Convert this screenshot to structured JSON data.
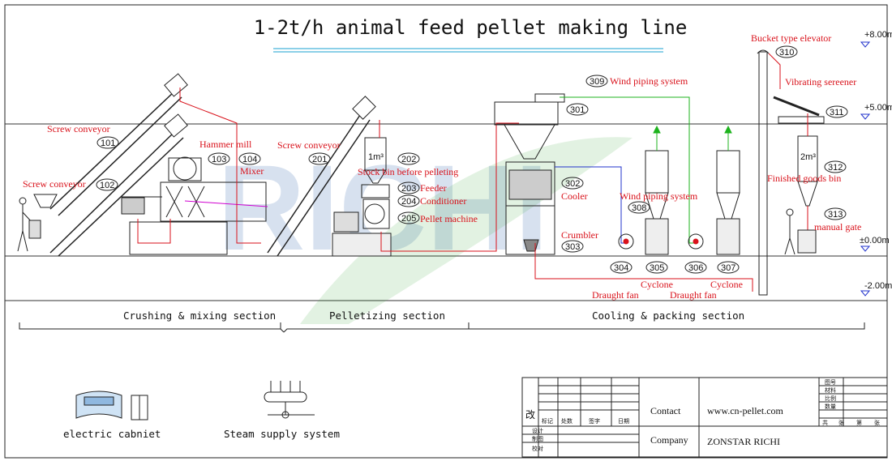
{
  "title": "1-2t/h animal feed pellet making line",
  "watermark": "RICHI",
  "colors": {
    "label": "#d9121b",
    "line_red": "#d9121b",
    "line_green": "#1db31d",
    "line_blue": "#2233cc",
    "line_magenta": "#d000d0",
    "watermark": "#4a78b8"
  },
  "levels": {
    "l1": "+8.00m",
    "l2": "+5.00m",
    "l3": "±0.00m",
    "l4": "-2.00m"
  },
  "labels": {
    "screw_conveyor_1": "Screw conveyor",
    "n101": "101",
    "screw_conveyor_2": "Screw conveyor",
    "n102": "102",
    "hammer_mill": "Hammer mill",
    "n103": "103",
    "n104": "104",
    "mixer": "Mixer",
    "screw_conveyor_3": "Screw conveyor",
    "n201": "201",
    "n202": "202",
    "bin_1m3": "1m³",
    "stock_bin": "Stock bin before pelleting",
    "n203": "203",
    "feeder": "Feeder",
    "n204": "204",
    "conditioner": "Conditioner",
    "n205": "205",
    "pellet_machine": "Pellet machine",
    "n309": "309",
    "wind_piping_1": "Wind piping system",
    "n301": "301",
    "n302": "302",
    "cooler": "Cooler",
    "wind_piping_2": "Wind piping system",
    "n308": "308",
    "crumbler": "Crumbler",
    "n303": "303",
    "n304": "304",
    "draught_fan_1": "Draught fan",
    "n305": "305",
    "cyclone_1": "Cyclone",
    "n306": "306",
    "draught_fan_2": "Draught fan",
    "n307": "307",
    "cyclone_2": "Cyclone",
    "bucket_elevator": "Bucket type elevator",
    "n310": "310",
    "vibrating_screener": "Vibrating sereener",
    "n311": "311",
    "n312": "312",
    "bin_2m3": "2m³",
    "finished_bin": "Finished goods bin",
    "n313": "313",
    "manual_gate": "manual gate"
  },
  "sections": [
    "Crushing & mixing section",
    "Pelletizing section",
    "Cooling & packing section"
  ],
  "legend": {
    "electric": "electric cabniet",
    "steam": "Steam supply system"
  },
  "title_block": {
    "contact_label": "Contact",
    "contact_value": "www.cn-pellet.com",
    "company_label": "Company",
    "company_value": "ZONSTAR RICHI",
    "gai": "改",
    "row_heads": [
      "标记",
      "处数",
      "签字",
      "日期"
    ],
    "left_rows": [
      "设计",
      "制图",
      "校对"
    ],
    "right_rows": [
      "图号",
      "材料",
      "比例",
      "数量"
    ],
    "right_bottom": [
      "共",
      "张",
      "第",
      "张"
    ]
  }
}
